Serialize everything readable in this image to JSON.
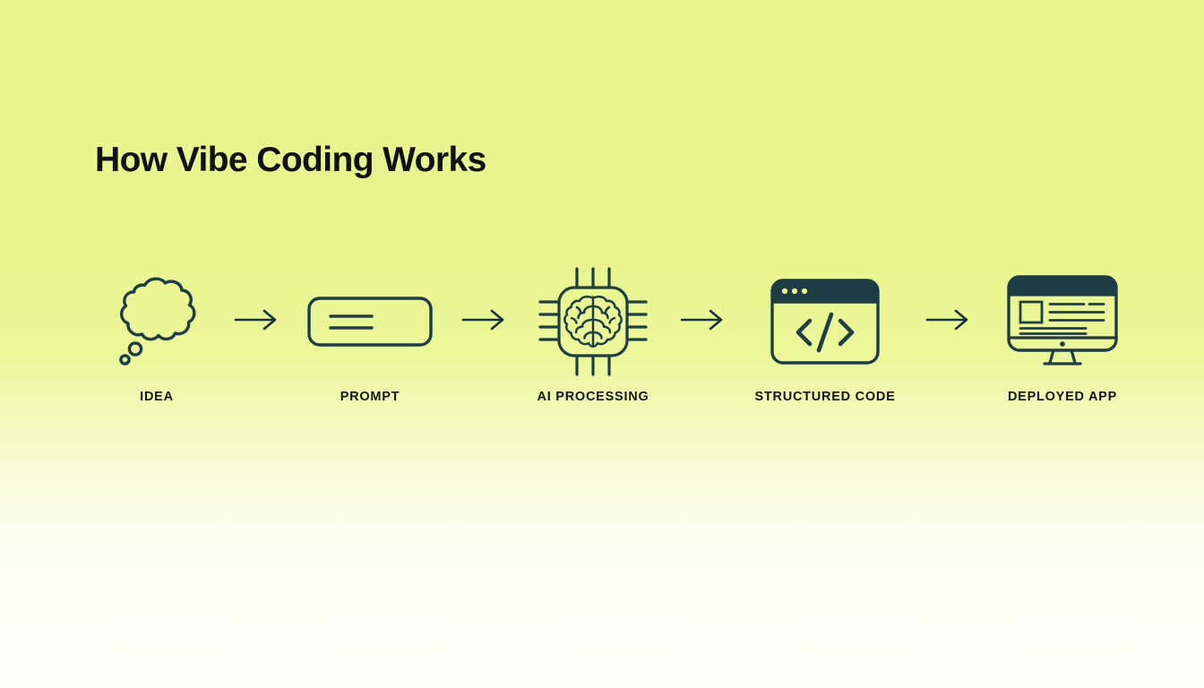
{
  "page": {
    "title": "How Vibe Coding Works",
    "background_top_color": "#e9f68f",
    "background_bottom_color": "#fdfff6",
    "icon_stroke_color": "#1e3d44",
    "title_color": "#0f1210",
    "label_color": "#14161a"
  },
  "flow": {
    "arrow_glyph": "→",
    "steps": [
      {
        "label": "IDEA",
        "icon": "thought-bubble-icon"
      },
      {
        "label": "PROMPT",
        "icon": "text-input-field-icon"
      },
      {
        "label": "AI PROCESSING",
        "icon": "brain-chip-icon"
      },
      {
        "label": "STRUCTURED CODE",
        "icon": "code-window-icon"
      },
      {
        "label": "DEPLOYED APP",
        "icon": "desktop-monitor-icon"
      }
    ],
    "arrows": [
      {
        "name": "arrow-idea-to-prompt"
      },
      {
        "name": "arrow-prompt-to-ai"
      },
      {
        "name": "arrow-ai-to-code"
      },
      {
        "name": "arrow-code-to-app"
      }
    ]
  }
}
